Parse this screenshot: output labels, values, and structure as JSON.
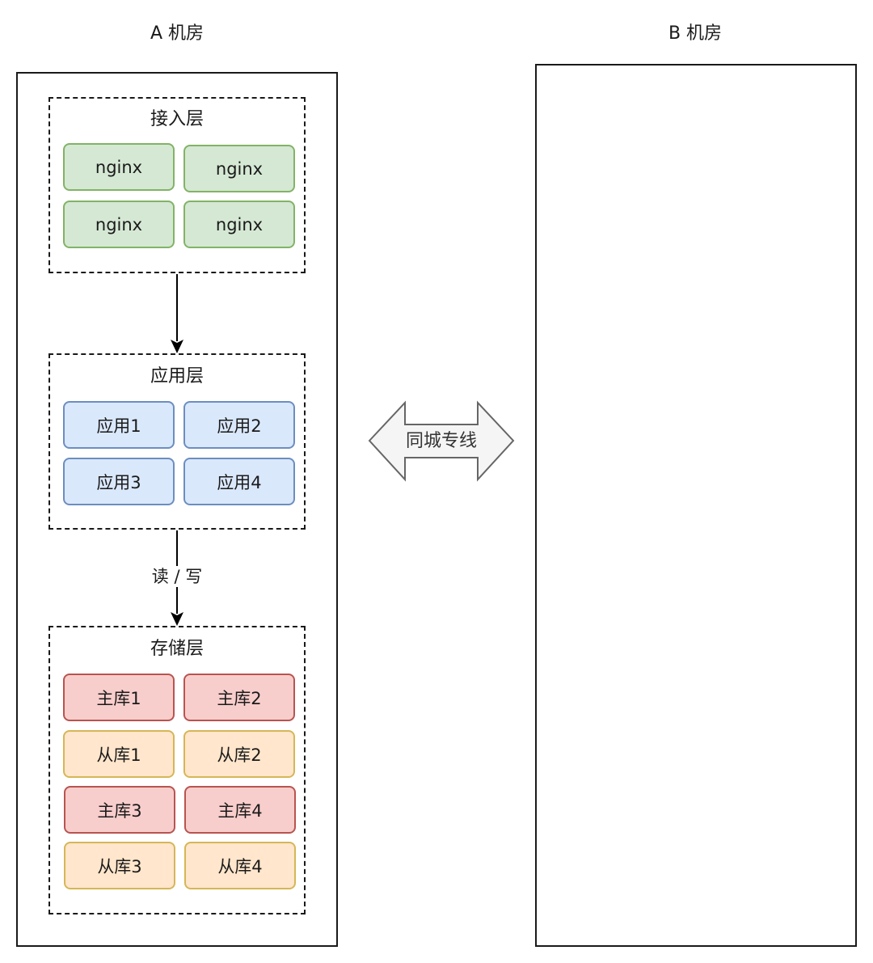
{
  "site_a": {
    "title": "A 机房",
    "access_layer": {
      "title": "接入层",
      "nodes": [
        "nginx",
        "nginx",
        "nginx",
        "nginx"
      ]
    },
    "app_layer": {
      "title": "应用层",
      "nodes": [
        "应用1",
        "应用2",
        "应用3",
        "应用4"
      ]
    },
    "storage_layer": {
      "title": "存储层",
      "nodes": [
        "主库1",
        "主库2",
        "从库1",
        "从库2",
        "主库3",
        "主库4",
        "从库3",
        "从库4"
      ]
    },
    "edge_app_storage_label": "读 / 写"
  },
  "site_b": {
    "title": "B 机房"
  },
  "link": {
    "label": "同城专线"
  },
  "colors": {
    "access_fill": "#d5e8d4",
    "access_border": "#82b366",
    "app_fill": "#dae8fc",
    "app_border": "#6c8ebf",
    "master_fill": "#f8cecc",
    "master_border": "#b85450",
    "slave_fill": "#ffe6cc",
    "slave_border": "#d6b656",
    "link_fill": "#f5f5f5",
    "link_border": "#666666"
  }
}
